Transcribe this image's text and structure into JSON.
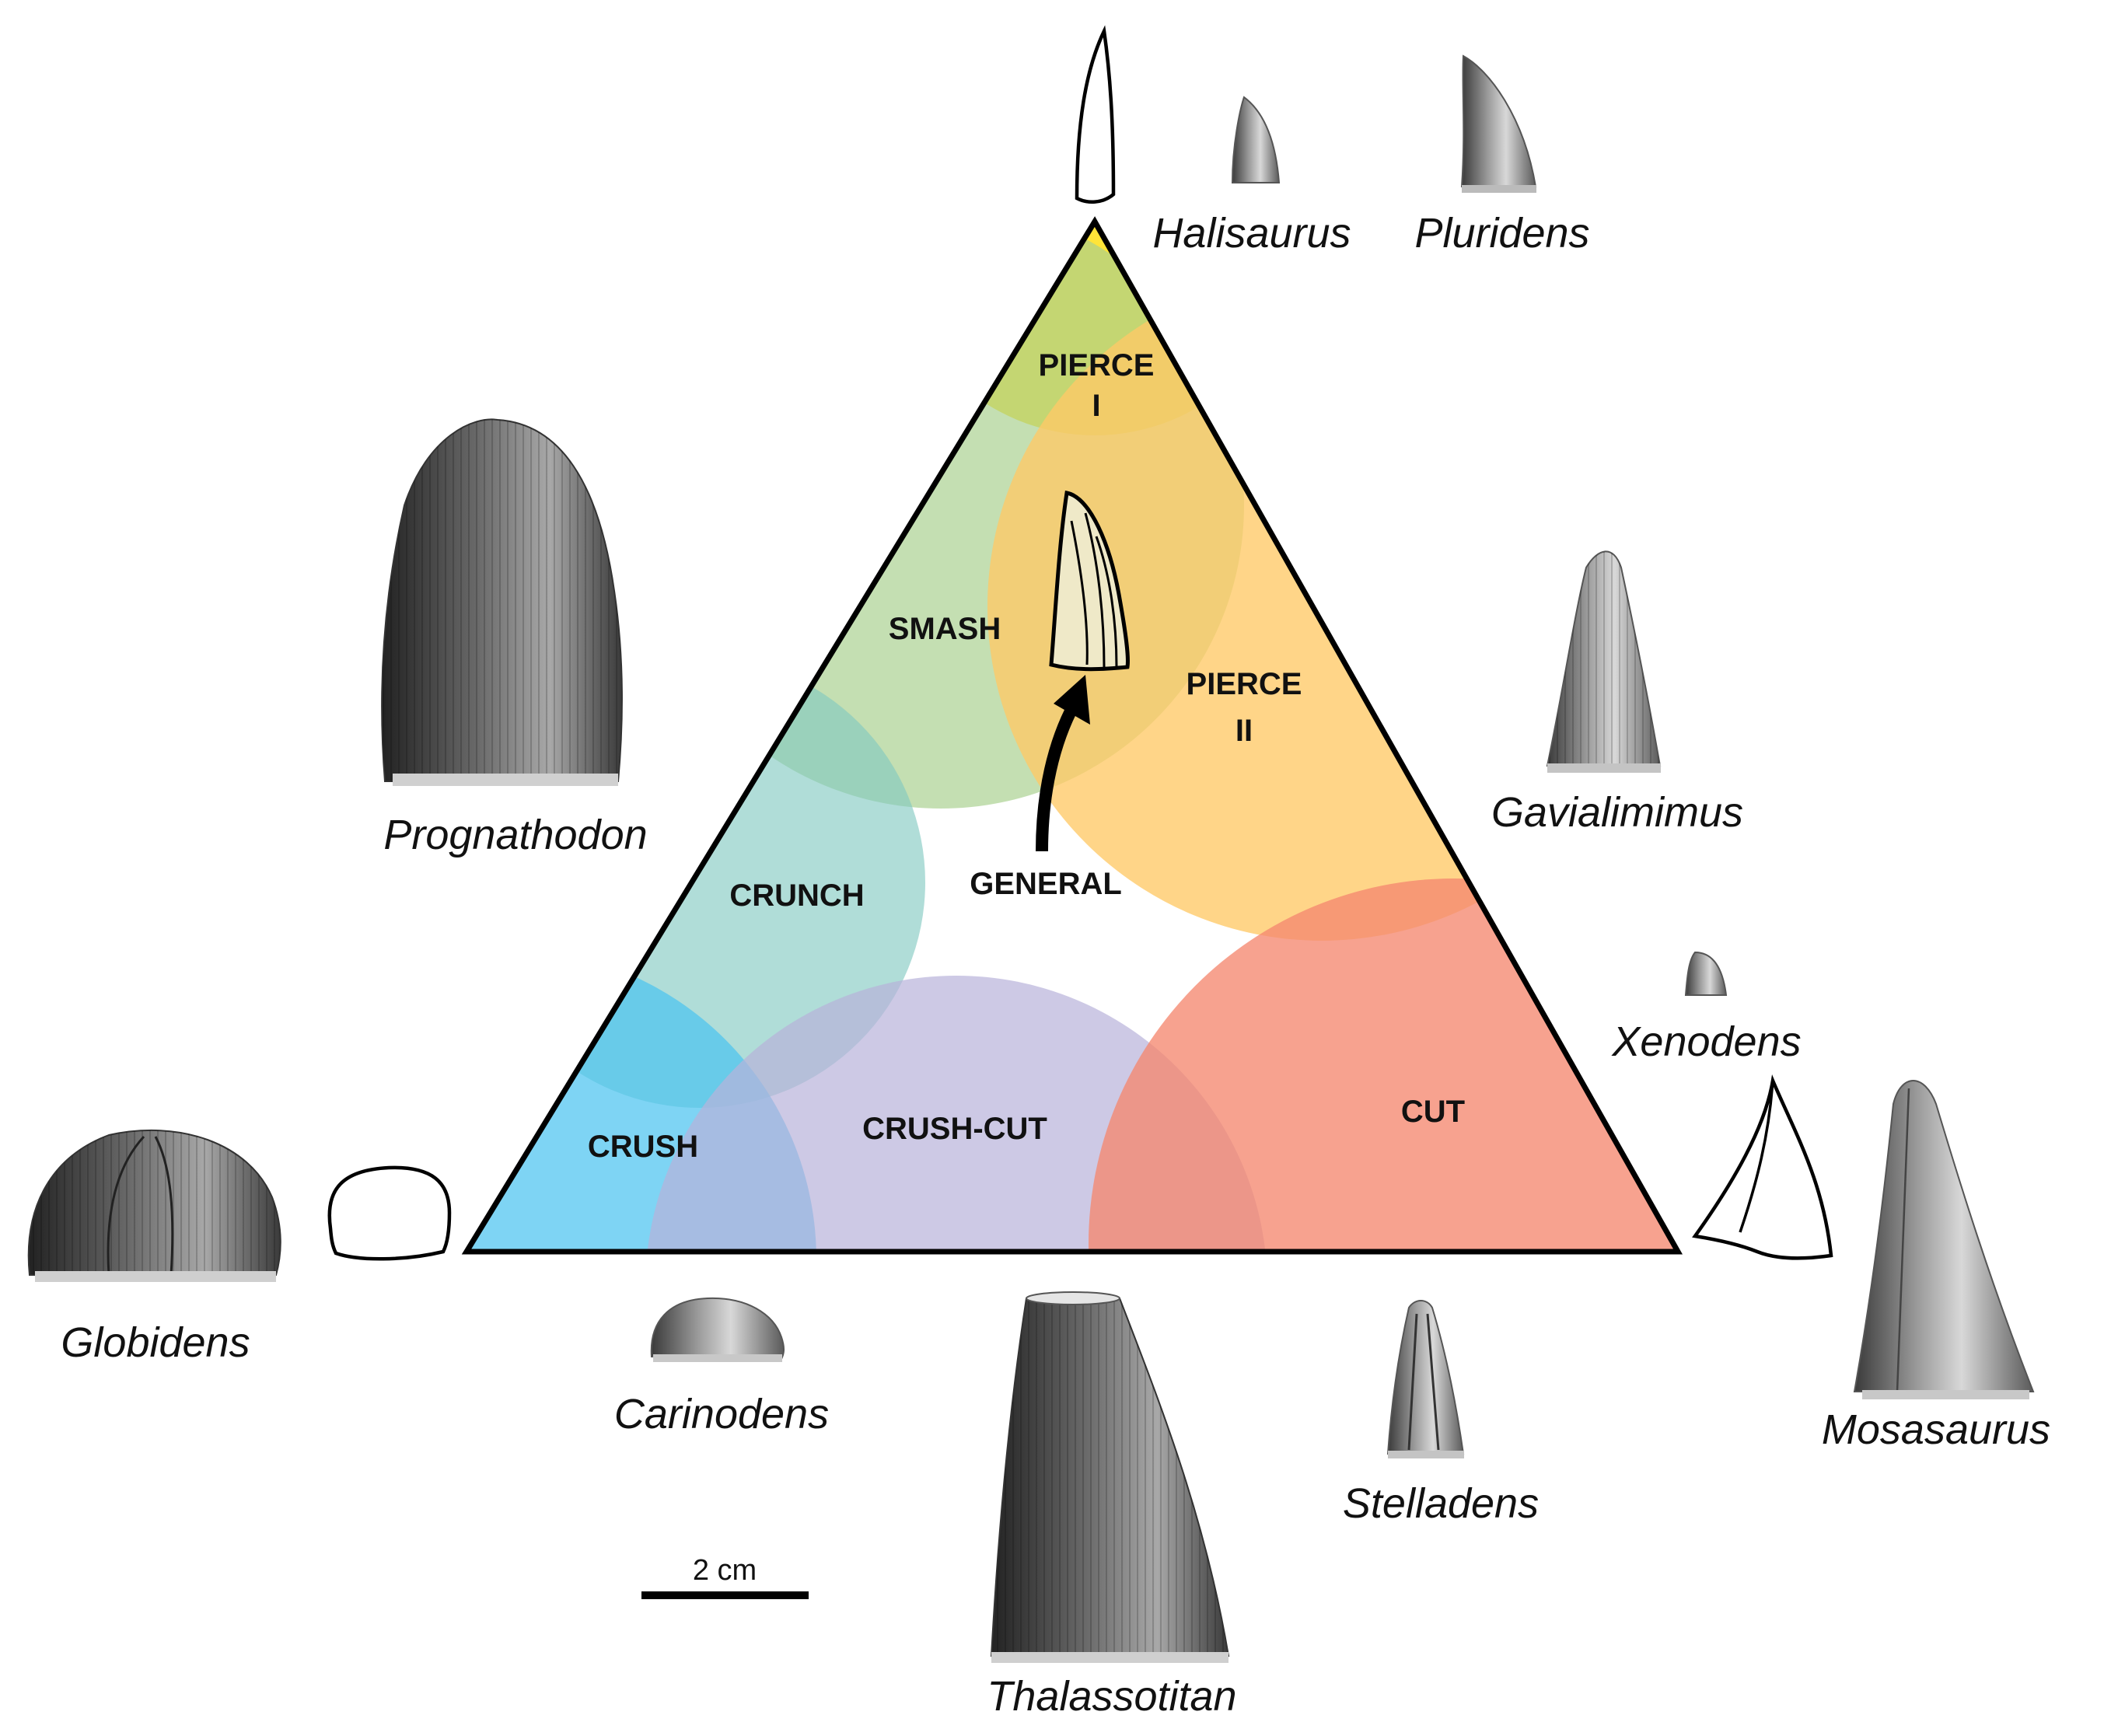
{
  "zones": {
    "pierce1": {
      "line1": "PIERCE",
      "line2": "I",
      "color": "#FFDD00"
    },
    "smash": {
      "label": "SMASH",
      "color": "#A8D08D"
    },
    "pierce2": {
      "line1": "PIERCE",
      "line2": "II",
      "color": "#FFC966"
    },
    "crunch": {
      "label": "CRUNCH",
      "color": "#7FC8C0"
    },
    "general": {
      "label": "GENERAL",
      "color": "#FFFFFF"
    },
    "crush": {
      "label": "CRUSH",
      "color": "#4CC4F0"
    },
    "crush_cut": {
      "label": "CRUSH-CUT",
      "color": "#B8B2DA"
    },
    "cut": {
      "label": "CUT",
      "color": "#F58870"
    }
  },
  "taxa": {
    "halisaurus": "Halisaurus",
    "pluridens": "Pluridens",
    "prognathodon": "Prognathodon",
    "gavialimimus": "Gavialimimus",
    "xenodens": "Xenodens",
    "globidens": "Globidens",
    "carinodens": "Carinodens",
    "thalassotitan": "Thalassotitan",
    "stelladens": "Stelladens",
    "mosasaurus": "Mosasaurus"
  },
  "scale_bar": {
    "label": "2 cm"
  }
}
